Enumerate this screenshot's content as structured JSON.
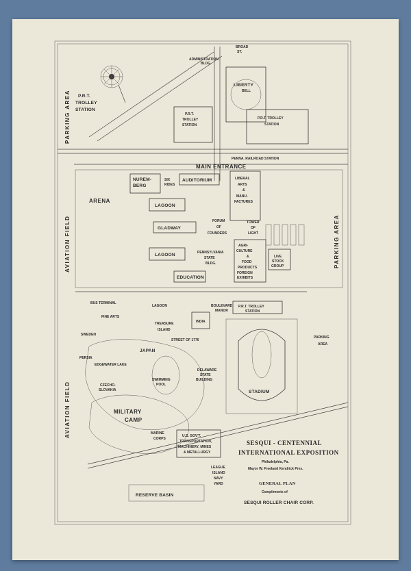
{
  "map": {
    "broad_st": [
      "BROAD",
      "ST."
    ],
    "administration": [
      "ADMINISTRATION",
      "BLDG."
    ],
    "liberty_bell": [
      "LIBERTY",
      "BELL"
    ],
    "prt_trolley_station_nw": [
      "P.R.T.",
      "TROLLEY",
      "STATION"
    ],
    "prt_trolley_station_center": [
      "P.R.T.",
      "TROLLEY",
      "STATION"
    ],
    "prt_trolley_station_ne": [
      "P.R.T. TROLLEY",
      "STATION"
    ],
    "parking_area_west": "PARKING AREA",
    "parking_area_east": "PARKING AREA",
    "parking_area_south": [
      "PARKING",
      "AREA"
    ],
    "aviation_field_north": "AVIATION FIELD",
    "aviation_field_south": "AVIATION FIELD",
    "penna_railroad_station": "PENNA. RAILROAD STATION",
    "main_entrance": "MAIN ENTRANCE",
    "arena": "ARENA",
    "nuremberg": [
      "NUREM-",
      "BERG"
    ],
    "six_rides": [
      "SIX",
      "RIDES"
    ],
    "auditorium": "AUDITORIUM",
    "liberal_arts": [
      "LIBERAL",
      "ARTS",
      "&",
      "MANU-",
      "FACTURES"
    ],
    "lagoon_north": "LAGOON",
    "gladway": "GLADWAY",
    "lagoon_south": "LAGOON",
    "forum_of_founders": [
      "FORUM",
      "OF",
      "FOUNDERS"
    ],
    "tower_of_light": [
      "TOWER",
      "OF",
      "LIGHT"
    ],
    "pennsylvania_state_bldg": [
      "PENNSYLVANIA",
      "STATE",
      "BLDG."
    ],
    "agriculture": [
      "AGRI-",
      "CULTURE",
      "&",
      "FOOD",
      "PRODUCTS"
    ],
    "foreign_exhibits": [
      "FOREIGN",
      "EXHIBITS"
    ],
    "live_stock_group": [
      "LIVE",
      "STOCK",
      "GROUP"
    ],
    "education": "EDUCATION",
    "bus_terminal": "BUS TERMINAL",
    "lagoon_middle": "LAGOON",
    "fine_arts": "FINE ARTS",
    "treasure_island": [
      "TREASURE",
      "ISLAND"
    ],
    "india": "INDIA",
    "boulevard_manor": [
      "BOULEVARD",
      "MANOR"
    ],
    "prt_trolley_station_south": [
      "P.R.T. TROLLEY",
      "STATION"
    ],
    "street_of_1776": "STREET OF 1776",
    "sweden": "SWEDEN",
    "japan": "JAPAN",
    "persia": "PERSIA",
    "edgewater_lake": "EDGEWATER LAKE",
    "czechoslovakia": [
      "CZECHO-",
      "SLOVAKIA"
    ],
    "swimming_pool": [
      "SWIMMING",
      "POOL"
    ],
    "delaware_state_building": [
      "DELAWARE",
      "STATE",
      "BUILDING"
    ],
    "stadium": "STADIUM",
    "military_camp": [
      "MILITARY",
      "CAMP"
    ],
    "marine_corps": [
      "MARINE",
      "CORPS"
    ],
    "us_govt": [
      "U.S. GOV'T.",
      "TRANSPORTATION,",
      "MACHINERY, MINES",
      "& METALLURGY"
    ],
    "league_island_navy_yard": [
      "LEAGUE",
      "ISLAND",
      "NAVY",
      "YARD"
    ],
    "reserve_basin": "RESERVE BASIN"
  },
  "legend": {
    "title_line1": "SESQUI - CENTENNIAL",
    "title_line2": "INTERNATIONAL EXPOSITION",
    "city": "Philadelphia, Pa.",
    "mayor": "Mayor W. Freeland Kendrick Pres.",
    "plan": "GENERAL PLAN",
    "compliments": "Compliments of",
    "sponsor": "SESQUI ROLLER CHAIR CORP."
  },
  "colors": {
    "paper": "#ece8d9",
    "ink": "#2a2a2a",
    "background": "#5f7c9e"
  }
}
